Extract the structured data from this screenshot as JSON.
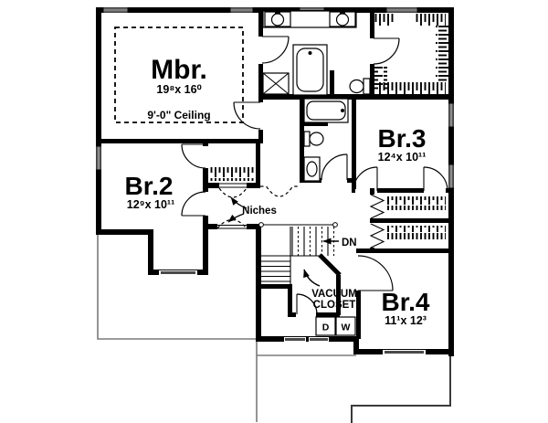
{
  "plan": {
    "title": "second-floor-plan",
    "rooms": {
      "mbr": {
        "name": "Mbr.",
        "dims": "19⁸x 16⁰",
        "ceiling": "9'-0\" Ceiling"
      },
      "br2": {
        "name": "Br.2",
        "dims": "12⁹x 10¹¹"
      },
      "br3": {
        "name": "Br.3",
        "dims": "12⁴x 10¹¹"
      },
      "br4": {
        "name": "Br.4",
        "dims": "11¹x 12³"
      }
    },
    "labels": {
      "niches": "Niches",
      "down": "DN",
      "vacuum_line1": "VACUUM",
      "vacuum_line2": "CLOSET",
      "dryer": "D",
      "washer": "W"
    },
    "colors": {
      "wall": "#000000",
      "window_bar": "#4a4a4a",
      "lower_level_line": "#7a7a7a"
    }
  }
}
